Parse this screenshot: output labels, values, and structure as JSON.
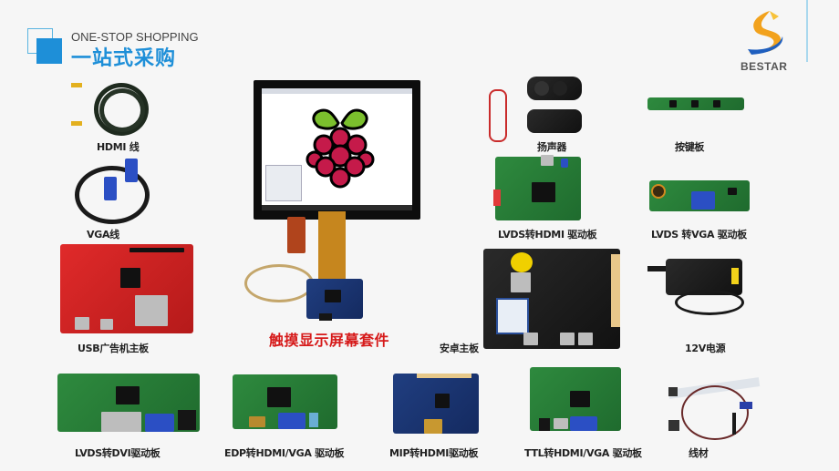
{
  "header": {
    "subtitle_en": "ONE-STOP SHOPPING",
    "title_cn": "一站式采购",
    "accent_color": "#1e8fd8"
  },
  "brand": {
    "logo_text": "BESTAR",
    "logo_icon": "bestar-swoosh-logo"
  },
  "products": {
    "hdmi_cable": "HDMI 线",
    "vga_cable": "VGA线",
    "usb_ad_board": "USB广告机主板",
    "touch_display_kit": "触摸显示屏幕套件",
    "speaker": "扬声器",
    "keypad_board": "按键板",
    "lvds_hdmi_board": "LVDS转HDMI 驱动板",
    "lvds_vga_board": "LVDS 转VGA 驱动板",
    "android_board": "安卓主板",
    "power_supply": "12V电源",
    "lvds_dvi_board": "LVDS转DVI驱动板",
    "edp_hdmi_vga_board": "EDP转HDMI/VGA 驱动板",
    "mip_hdmi_board": "MIP转HDMI驱动板",
    "ttl_hdmi_vga_board": "TTL转HDMI/VGA 驱动板",
    "wire_harness": "线材"
  },
  "colors": {
    "highlight_label": "#d61a1a",
    "divider": "#a9d8ee"
  }
}
